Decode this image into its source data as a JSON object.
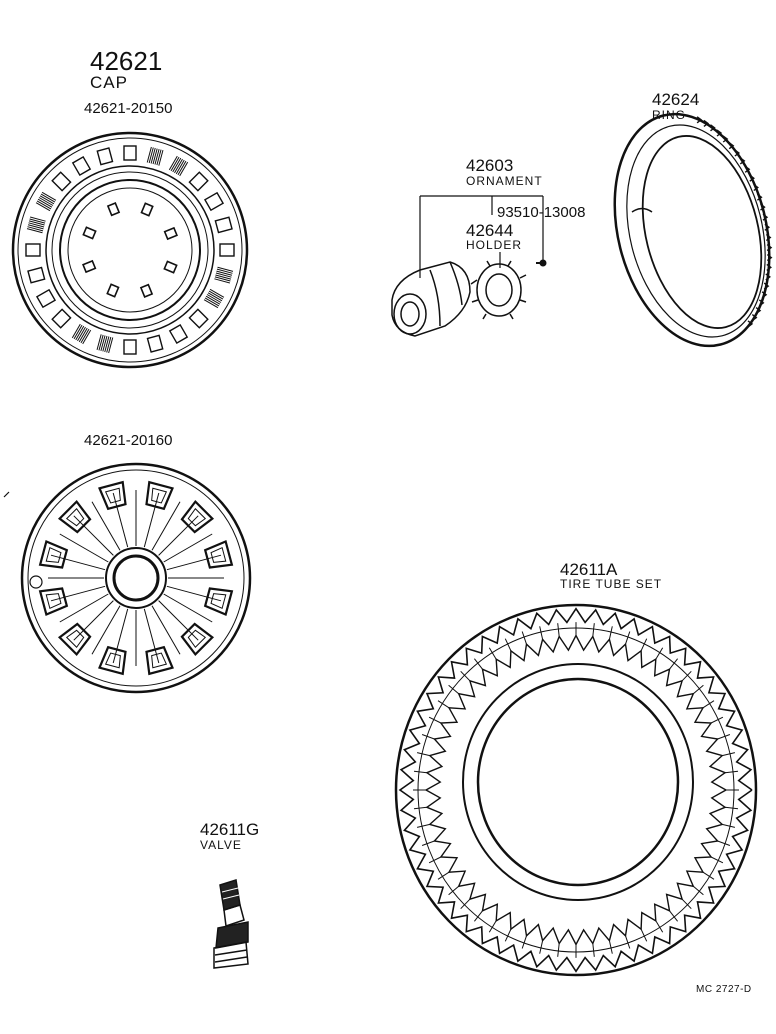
{
  "labels": {
    "cap_number": "42621",
    "cap_name": "CAP",
    "cap_part_a": "42621-20150",
    "cap_part_b": "42621-20160",
    "ornament_number": "42603",
    "ornament_name": "ORNAMENT",
    "screw_part": "93510-13008",
    "holder_number": "42644",
    "holder_name": "HOLDER",
    "ring_number": "42624",
    "ring_name": "RING",
    "tire_number": "42611A",
    "tire_name": "TIRE TUBE SET",
    "valve_number": "42611G",
    "valve_name": "VALVE",
    "figure_code": "MC 2727-D"
  }
}
